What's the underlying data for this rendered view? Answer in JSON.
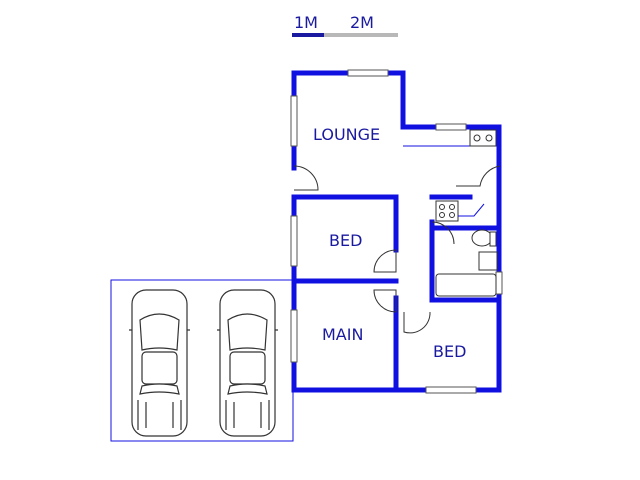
{
  "scale": {
    "labels": [
      "1M",
      "2M"
    ],
    "colors": {
      "primary": "#1a1aa0",
      "secondary": "#b8b8b8"
    }
  },
  "rooms": [
    {
      "id": "lounge",
      "label": "LOUNGE"
    },
    {
      "id": "bed1",
      "label": "BED"
    },
    {
      "id": "main",
      "label": "MAIN"
    },
    {
      "id": "bed2",
      "label": "BED"
    }
  ],
  "garage": {
    "cars": 2
  },
  "colors": {
    "wall": "#1010e0",
    "text": "#1a1aa0",
    "outline": "#4040c0"
  }
}
